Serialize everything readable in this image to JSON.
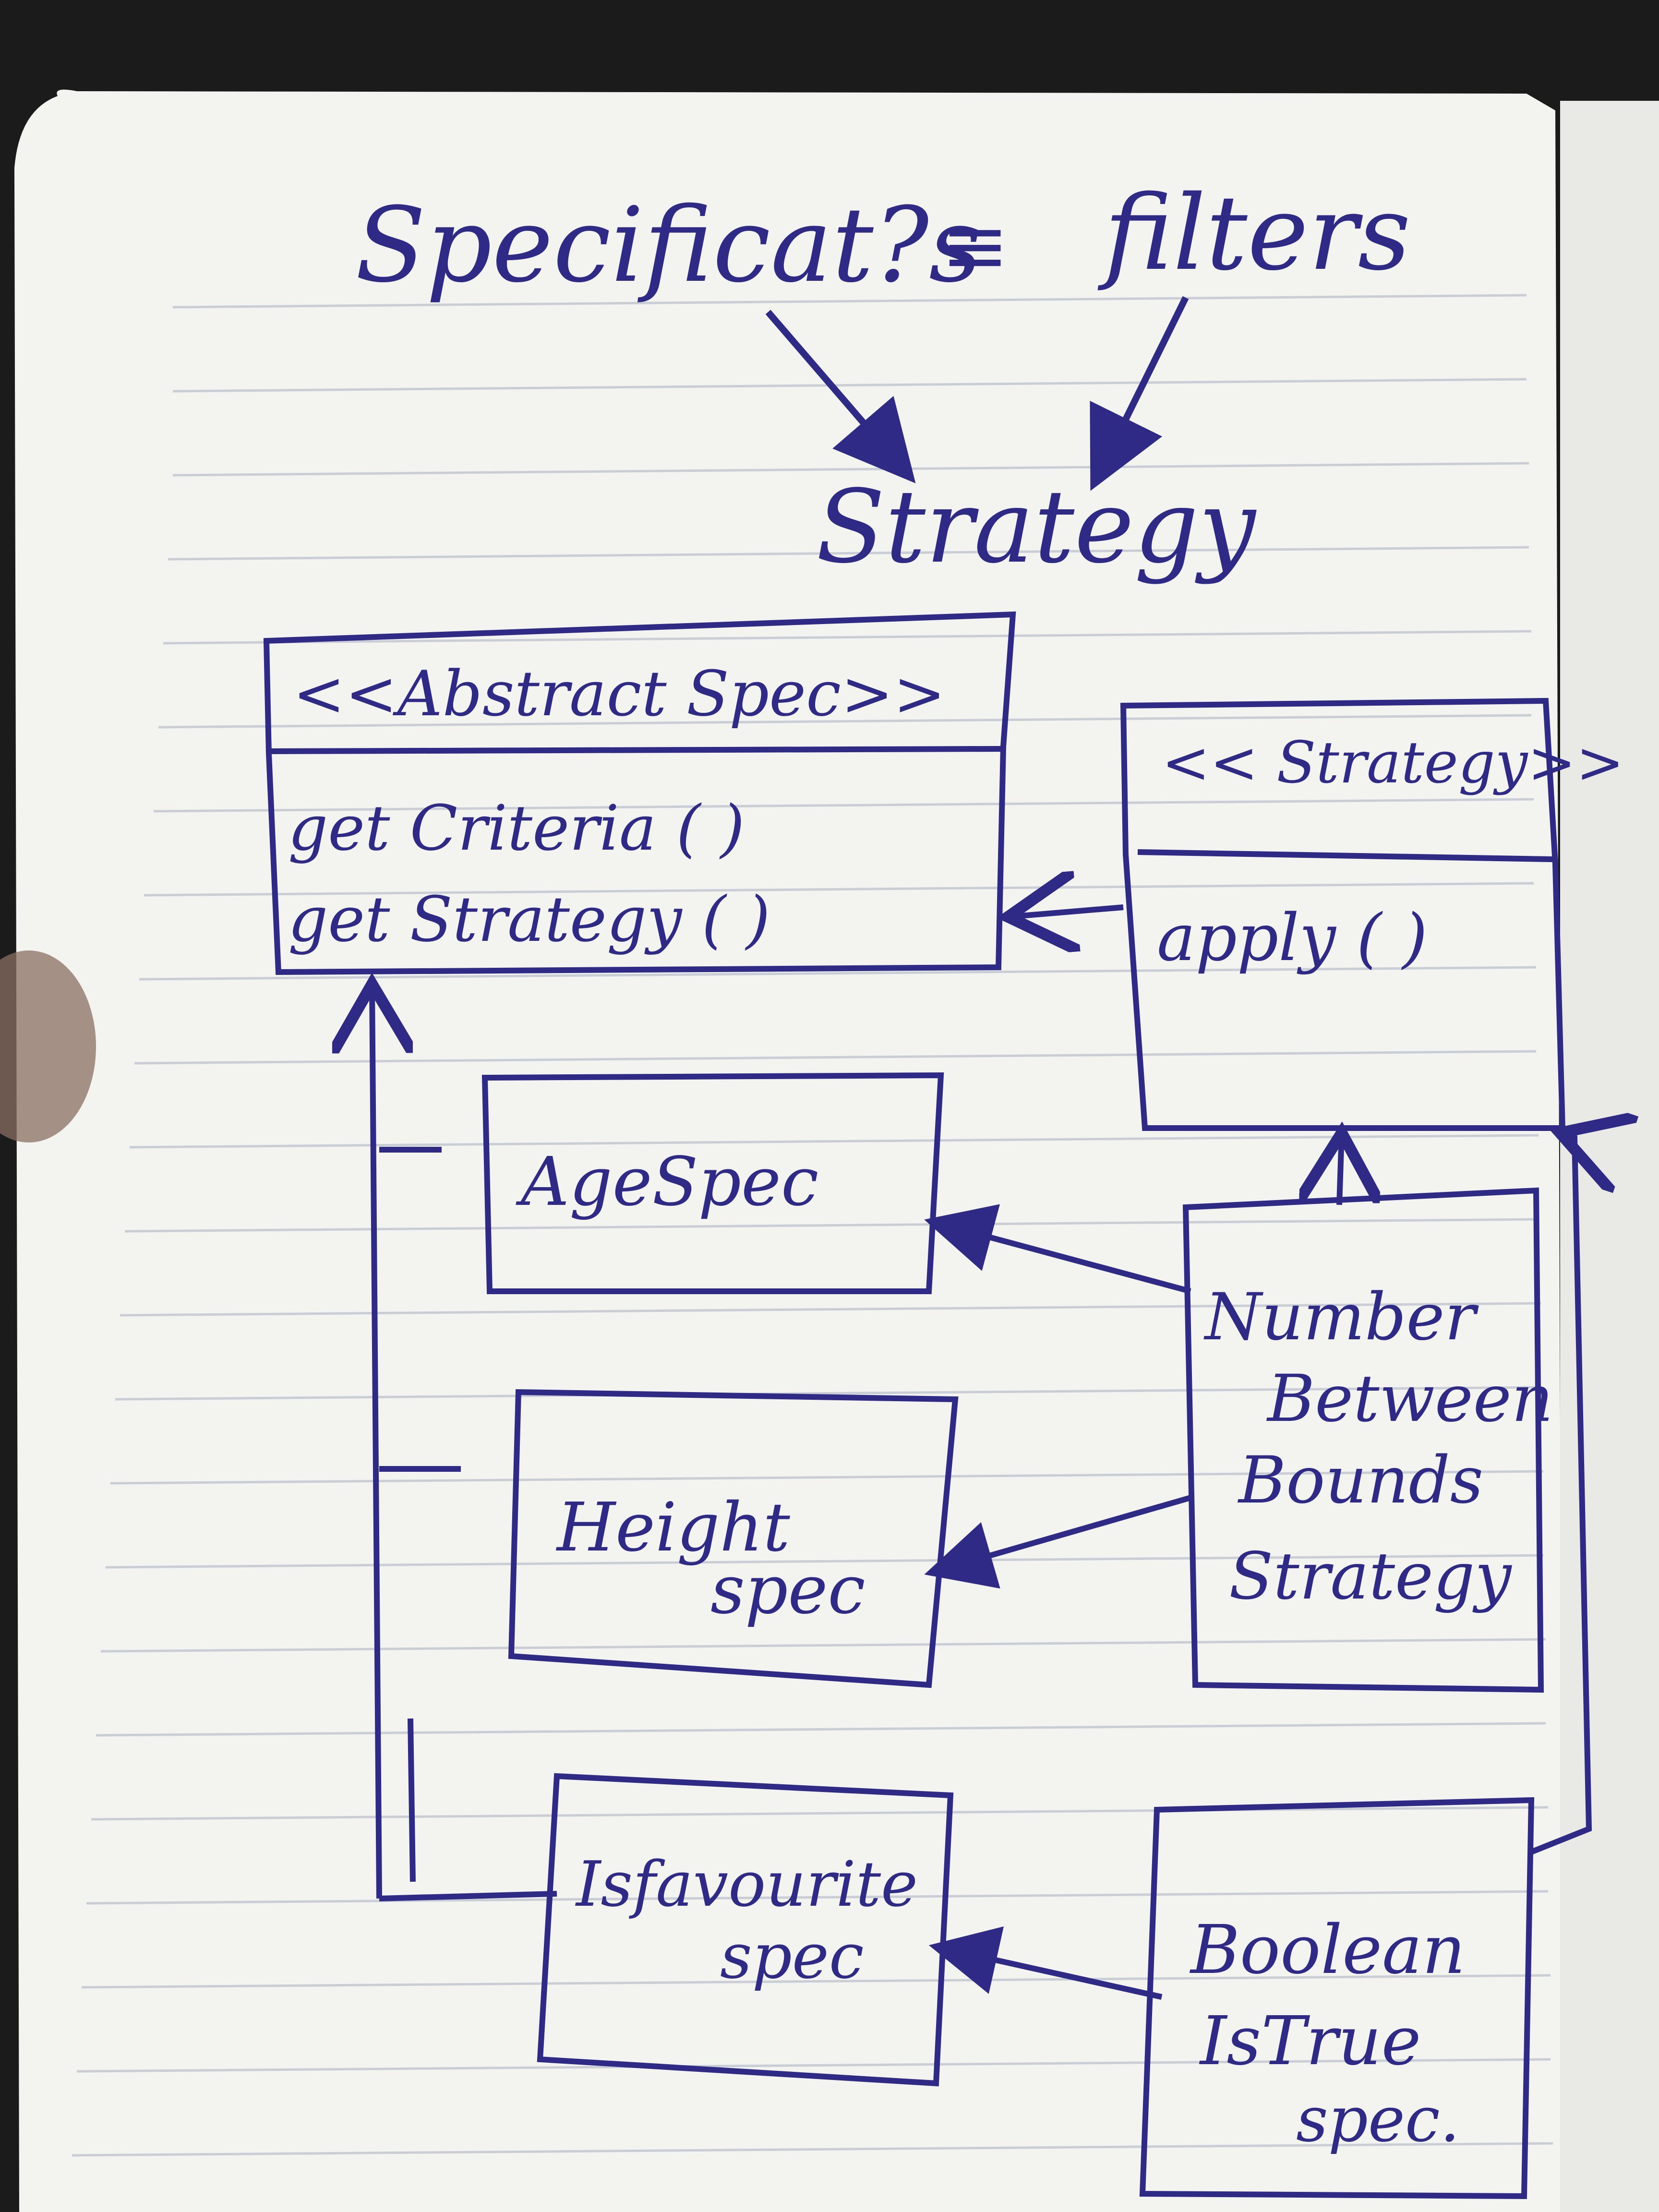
{
  "colors": {
    "ink": "#2e2a86",
    "paper": "#f3f3f0",
    "rule_line": "#c9cdd6",
    "background": "#1b1b1b"
  },
  "heading": {
    "left": "Specificat?s",
    "equiv": "≡",
    "right": "filters",
    "pattern": "Strategy"
  },
  "boxes": {
    "abstract_spec": {
      "stereotype": "<<Abstract Spec>>",
      "methods": [
        "get Criteria ( )",
        "get Strategy ( )"
      ]
    },
    "strategy": {
      "stereotype": "<< Strategy>>",
      "methods": [
        "apply ( )"
      ]
    },
    "age_spec": {
      "label": "AgeSpec"
    },
    "height_spec": {
      "label_lines": [
        "Height",
        "spec"
      ]
    },
    "favourite_spec": {
      "label_lines": [
        "Isfavourite",
        "spec"
      ]
    },
    "number_strategy": {
      "label_lines": [
        "Number",
        "Between",
        "Bounds",
        "Strategy"
      ]
    },
    "boolean_spec": {
      "label_lines": [
        "Boolean",
        "IsTrue",
        "spec."
      ]
    }
  }
}
